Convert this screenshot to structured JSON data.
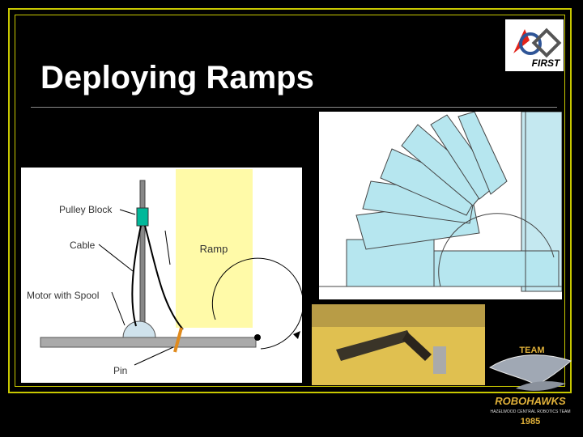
{
  "slide": {
    "title": "Deploying Ramps"
  },
  "first_logo": {
    "text": "FIRST",
    "icon": "first-logo-icon"
  },
  "diagram": {
    "labels": {
      "pulley_block": "Pulley Block",
      "cable": "Cable",
      "ramp": "Ramp",
      "motor_with_spool": "Motor with Spool",
      "pin": "Pin"
    },
    "colors": {
      "ramp_fill": "#fffaa8",
      "pulley_fill": "#00b89a",
      "pin_color": "#e08a1c",
      "motor_fill": "#cfe2ec"
    }
  },
  "team_logo": {
    "team": "TEAM",
    "name": "ROBOHAWKS",
    "tagline": "HAZELWOOD CENTRAL ROBOTICS TEAM",
    "number": "1985"
  },
  "colors": {
    "background": "#000000",
    "frame": "#c8c800",
    "title": "#ffffff"
  }
}
